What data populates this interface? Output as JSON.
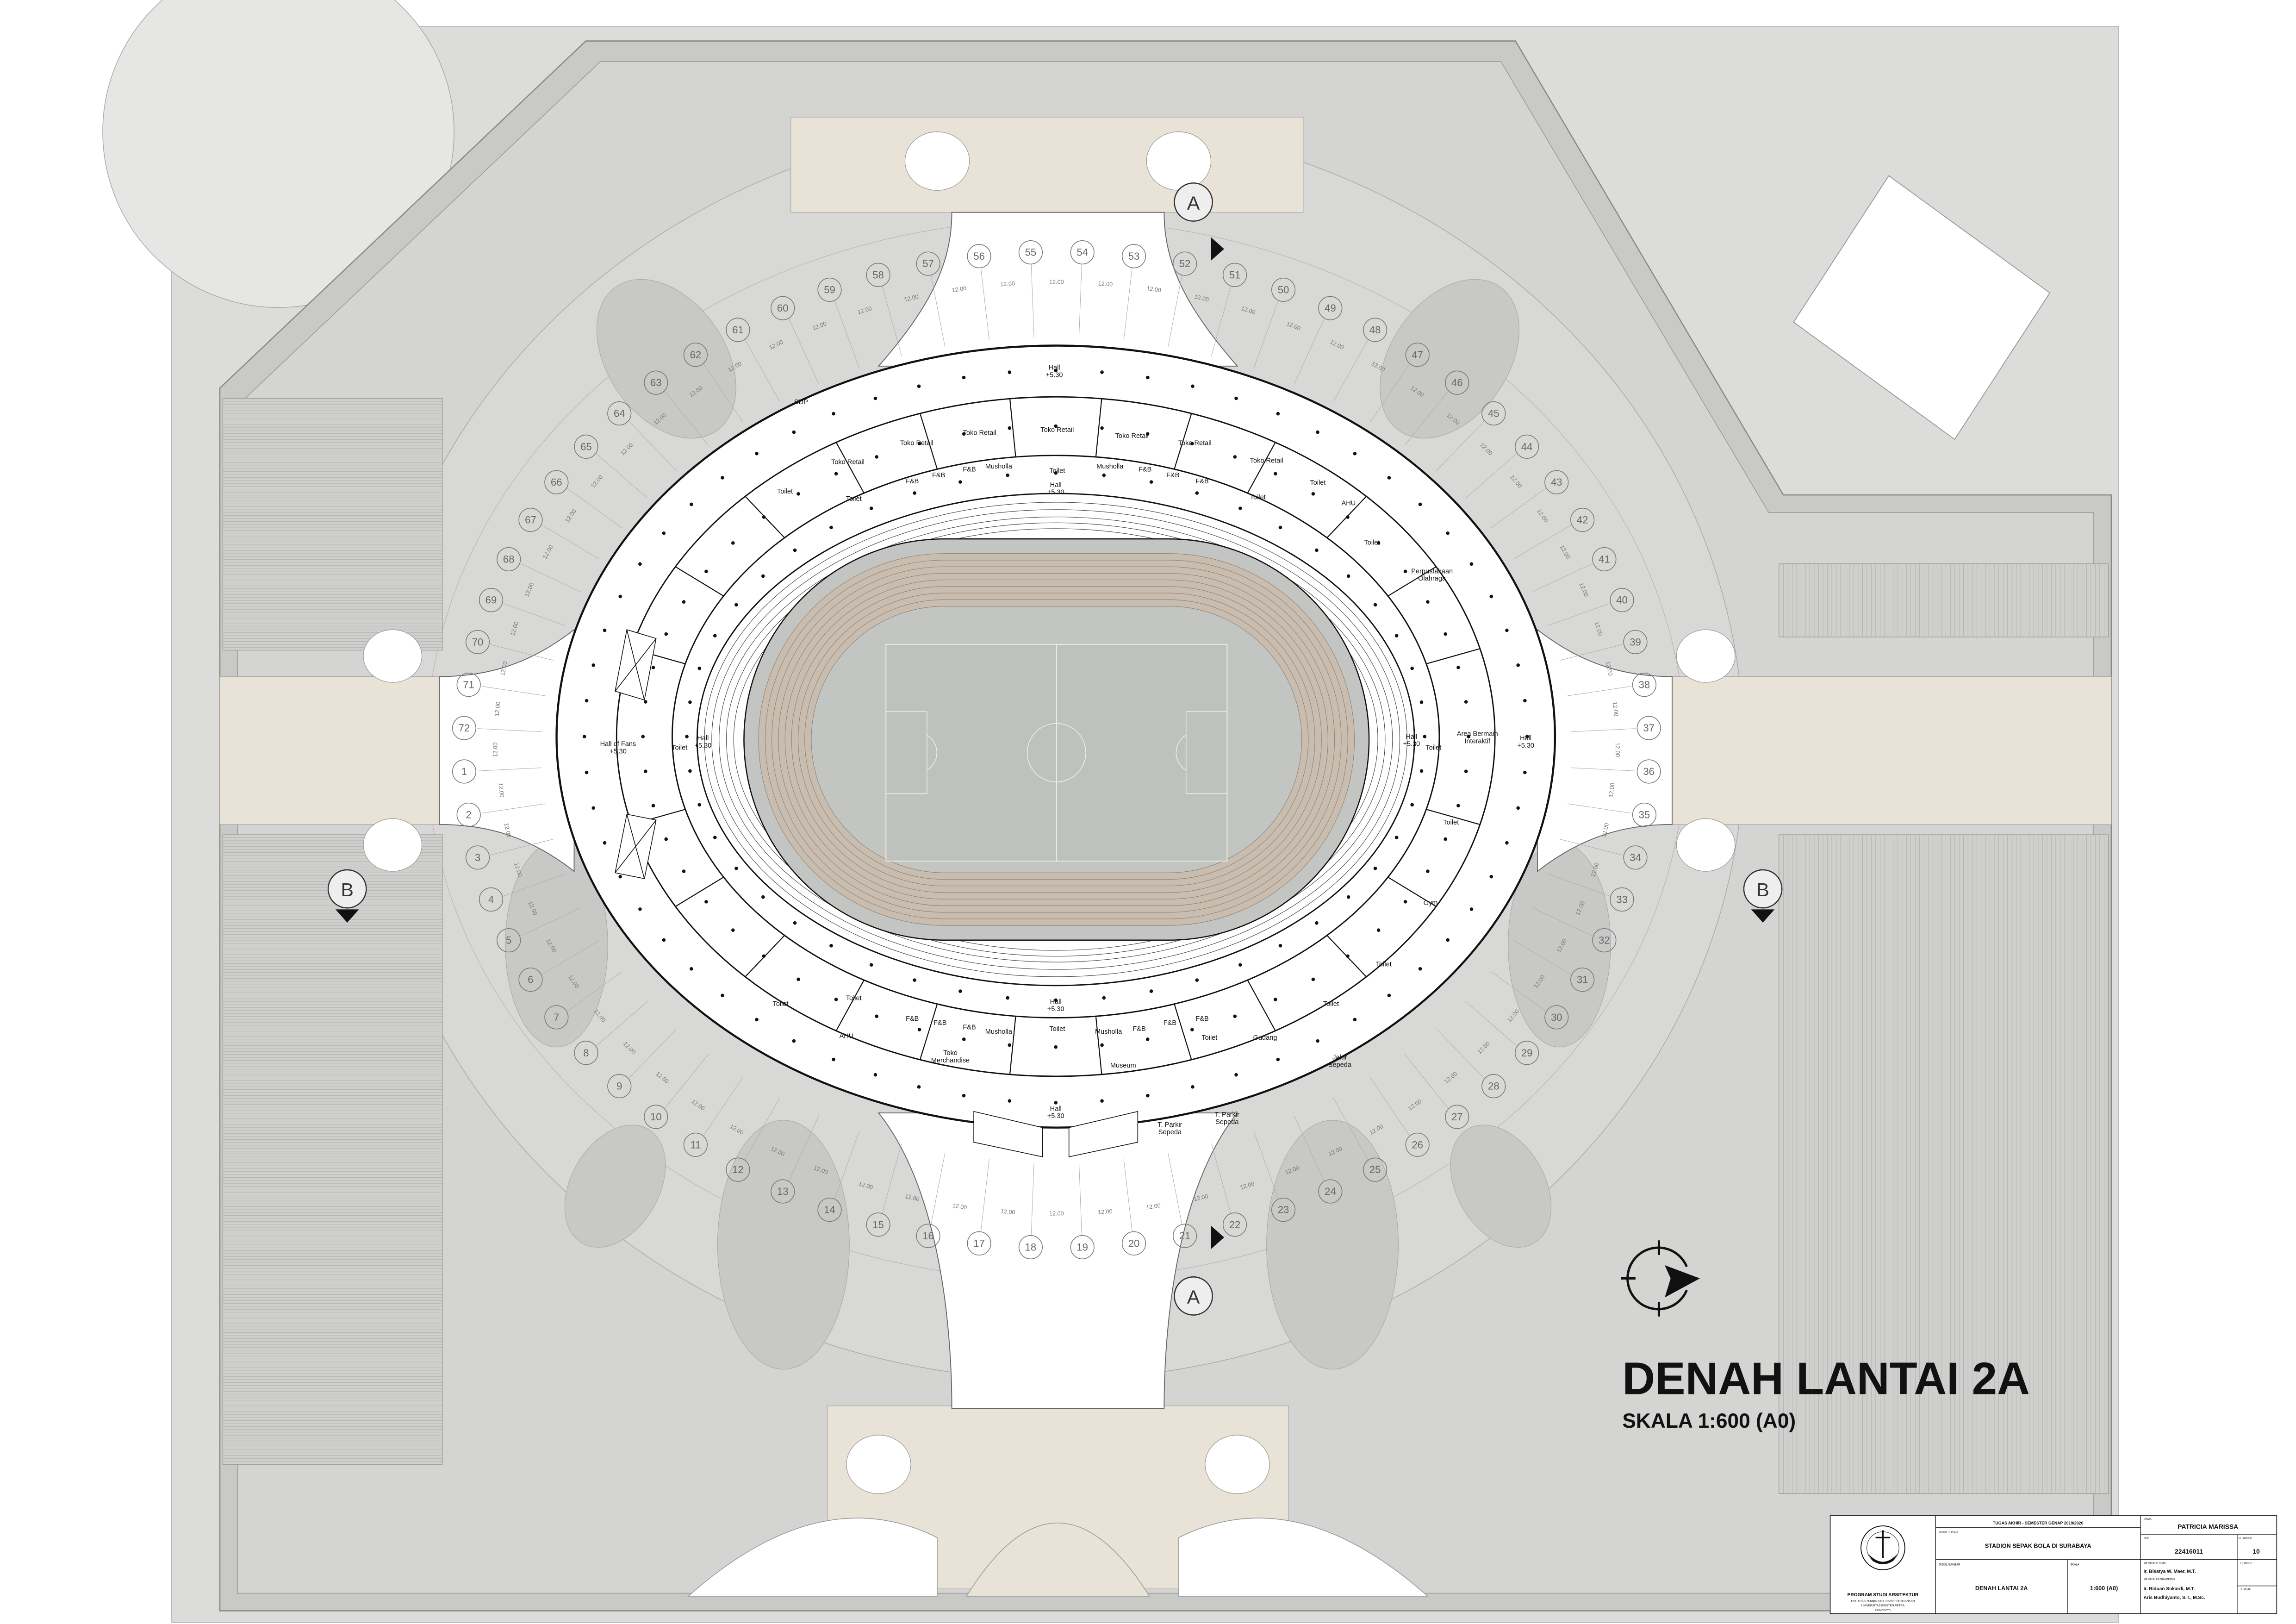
{
  "drawing": {
    "title": "DENAH LANTAI 2A",
    "scale": "SKALA 1:600 (A0)"
  },
  "grid": {
    "axes": [
      "1",
      "2",
      "3",
      "4",
      "5",
      "6",
      "7",
      "8",
      "9",
      "10",
      "11",
      "12",
      "13",
      "14",
      "15",
      "16",
      "17",
      "18",
      "19",
      "20",
      "21",
      "22",
      "23",
      "24",
      "25",
      "26",
      "27",
      "28",
      "29",
      "30",
      "31",
      "32",
      "33",
      "34",
      "35",
      "36",
      "37",
      "38",
      "39",
      "40",
      "41",
      "42",
      "43",
      "44",
      "45",
      "46",
      "47",
      "48",
      "49",
      "50",
      "51",
      "52",
      "53",
      "54",
      "55",
      "56",
      "57",
      "58",
      "59",
      "60",
      "61",
      "62",
      "63",
      "64",
      "65",
      "66",
      "67",
      "68",
      "69",
      "70",
      "71",
      "72"
    ],
    "dimension": "12.00"
  },
  "sections": {
    "top": "A",
    "bottom": "A",
    "left": "B",
    "right": "B"
  },
  "rooms": [
    {
      "lines": [
        "Hall",
        "+5.30"
      ]
    },
    {
      "lines": [
        "SDP"
      ]
    },
    {
      "lines": [
        "Toko Retail"
      ]
    },
    {
      "lines": [
        "Toko Retail"
      ]
    },
    {
      "lines": [
        "Toko Retail"
      ]
    },
    {
      "lines": [
        "Toko Retail"
      ]
    },
    {
      "lines": [
        "Toko Retail"
      ]
    },
    {
      "lines": [
        "Toko Retail"
      ]
    },
    {
      "lines": [
        "Toko Retail"
      ]
    },
    {
      "lines": [
        "F&B"
      ]
    },
    {
      "lines": [
        "F&B"
      ]
    },
    {
      "lines": [
        "F&B"
      ]
    },
    {
      "lines": [
        "Musholla"
      ]
    },
    {
      "lines": [
        "Toilet"
      ]
    },
    {
      "lines": [
        "Hall",
        "+5.30"
      ]
    },
    {
      "lines": [
        "Musholla"
      ]
    },
    {
      "lines": [
        "F&B"
      ]
    },
    {
      "lines": [
        "F&B"
      ]
    },
    {
      "lines": [
        "F&B"
      ]
    },
    {
      "lines": [
        "Toilet"
      ]
    },
    {
      "lines": [
        "Toilet"
      ]
    },
    {
      "lines": [
        "Toilet"
      ]
    },
    {
      "lines": [
        "Toilet"
      ]
    },
    {
      "lines": [
        "AHU"
      ]
    },
    {
      "lines": [
        "Toilet"
      ]
    },
    {
      "lines": [
        "Perpustakaan",
        "Olahraga"
      ]
    },
    {
      "lines": [
        "Hall of Fans",
        "+5.30"
      ]
    },
    {
      "lines": [
        "Toilet"
      ]
    },
    {
      "lines": [
        "Hall",
        "+5.30"
      ]
    },
    {
      "lines": [
        "Hall",
        "+5.30"
      ]
    },
    {
      "lines": [
        "Toilet"
      ]
    },
    {
      "lines": [
        "Area Bermain",
        "Interaktif"
      ]
    },
    {
      "lines": [
        "Hall",
        "+5.30"
      ]
    },
    {
      "lines": [
        "Toilet"
      ]
    },
    {
      "lines": [
        "Gym"
      ]
    },
    {
      "lines": [
        "Toilet"
      ]
    },
    {
      "lines": [
        "Toilet"
      ]
    },
    {
      "lines": [
        "Toilet"
      ]
    },
    {
      "lines": [
        "Toilet"
      ]
    },
    {
      "lines": [
        "AHU"
      ]
    },
    {
      "lines": [
        "F&B"
      ]
    },
    {
      "lines": [
        "F&B"
      ]
    },
    {
      "lines": [
        "F&B"
      ]
    },
    {
      "lines": [
        "Musholla"
      ]
    },
    {
      "lines": [
        "Toilet"
      ]
    },
    {
      "lines": [
        "Hall",
        "+5.30"
      ]
    },
    {
      "lines": [
        "Musholla"
      ]
    },
    {
      "lines": [
        "F&B"
      ]
    },
    {
      "lines": [
        "F&B"
      ]
    },
    {
      "lines": [
        "F&B"
      ]
    },
    {
      "lines": [
        "Toilet"
      ]
    },
    {
      "lines": [
        "Gudang"
      ]
    },
    {
      "lines": [
        "Toko",
        "Merchandise"
      ]
    },
    {
      "lines": [
        "Museum"
      ]
    },
    {
      "lines": [
        "Jalur",
        "Sepeda"
      ]
    },
    {
      "lines": [
        "Hall",
        "+5.30"
      ]
    },
    {
      "lines": [
        "T. Parkir",
        "Sepeda"
      ]
    },
    {
      "lines": [
        "T. Parkir",
        "Sepeda"
      ]
    }
  ],
  "title_block": {
    "logo_text": "UNIVERSITAS KRISTEN PETRA",
    "program": "PROGRAM STUDI ARSITEKTUR",
    "faculty": [
      "FAKULTAS TEKNIK SIPIL DAN PERENCANAAN",
      "UNIVERSITAS KRISTEN PETRA",
      "SURABAYA"
    ],
    "header": "TUGAS AKHIR - SEMESTER GENAP 2019/2020",
    "judul_tugas_label": "JUDUL TUGAS",
    "judul_tugas": "STADION SEPAK BOLA DI SURABAYA",
    "judul_gambar_label": "JUDUL GAMBAR",
    "judul_gambar": "DENAH LANTAI 2A",
    "skala_label": "SKALA",
    "skala": "1:600 (A0)",
    "nama_label": "NAMA",
    "nama": "PATRICIA MARISSA",
    "nrp_label": "NRP",
    "nrp": "22416011",
    "kelompok_label": "KELOMPOK",
    "kelompok": "10",
    "mentor_utama_label": "MENTOR UTAMA",
    "mentor_utama": "Ir. Bisatya W. Maer, M.T.",
    "mentor_pendamping_label": "MENTOR PENDAMPING",
    "mentor_pendamping": [
      "Ir. Riduan Sukardi, M.T.",
      "Aris Budhiyanto, S.T., M.Sc."
    ],
    "lembar_label": "LEMBAR",
    "jumlah_label": "JUMLAH"
  },
  "colors": {
    "site": "#dcdddb",
    "plaza": "#d2d3d1",
    "walkway": "#e8e3d6",
    "track": "#c9bdb0",
    "field": "#c3c5c2",
    "building": "#ffffff",
    "line": "#111111"
  }
}
